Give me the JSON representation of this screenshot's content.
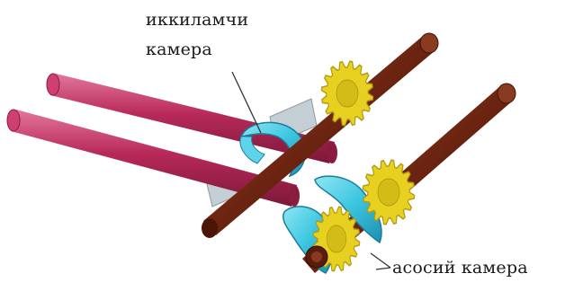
{
  "labels": {
    "secondary_chamber_line1": "иккиламчи",
    "secondary_chamber_line2": "камера",
    "main_chamber": "асосий камера"
  },
  "colors": {
    "background": "#ffffff",
    "pink_rod": "#b8295a",
    "pink_rod_highlight": "#e2779b",
    "brown_shaft": "#6b2410",
    "brown_shaft_highlight": "#b0583a",
    "cyan_cam": "#3cc6e0",
    "cyan_cam_dark": "#1d8fb0",
    "gear_yellow": "#e8d020",
    "gear_dark": "#b39a10",
    "grey_block": "#b8c4cc",
    "leader_line": "#333333"
  }
}
